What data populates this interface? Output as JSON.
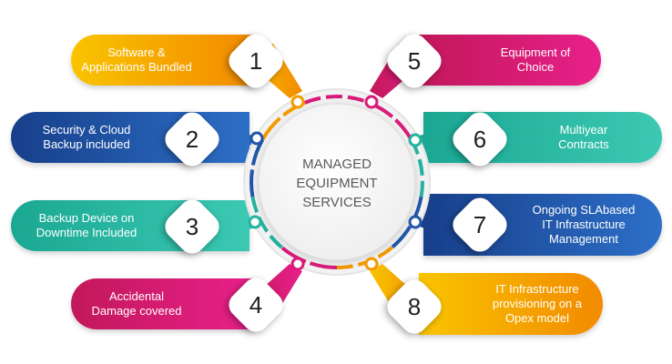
{
  "center": {
    "title": "MANAGED\nEQUIPMENT\nSERVICES"
  },
  "colors": {
    "orange_a": "#f7b500",
    "orange_b": "#f39000",
    "magenta_a": "#e0197d",
    "magenta_b": "#c2185b",
    "blue_a": "#1e4fa0",
    "blue_b": "#2b6cc4",
    "teal_a": "#22b5a0",
    "teal_b": "#2fc4b0",
    "ring": "#e8e8e8"
  },
  "items": [
    {
      "num": "1",
      "label": "Software &\nApplications Bundled",
      "color": "orange"
    },
    {
      "num": "2",
      "label": "Security & Cloud\nBackup included",
      "color": "blue"
    },
    {
      "num": "3",
      "label": "Backup Device on\nDowntime Included",
      "color": "teal"
    },
    {
      "num": "4",
      "label": "Accidental\nDamage covered",
      "color": "magenta"
    },
    {
      "num": "5",
      "label": "Equipment of\nChoice",
      "color": "magenta"
    },
    {
      "num": "6",
      "label": "Multiyear\nContracts",
      "color": "teal"
    },
    {
      "num": "7",
      "label": "Ongoing SLAbased\nIT Infrastructure\nManagement",
      "color": "blue"
    },
    {
      "num": "8",
      "label": "IT Infrastructure\nprovisioning on a\nOpex model",
      "color": "orange"
    }
  ]
}
